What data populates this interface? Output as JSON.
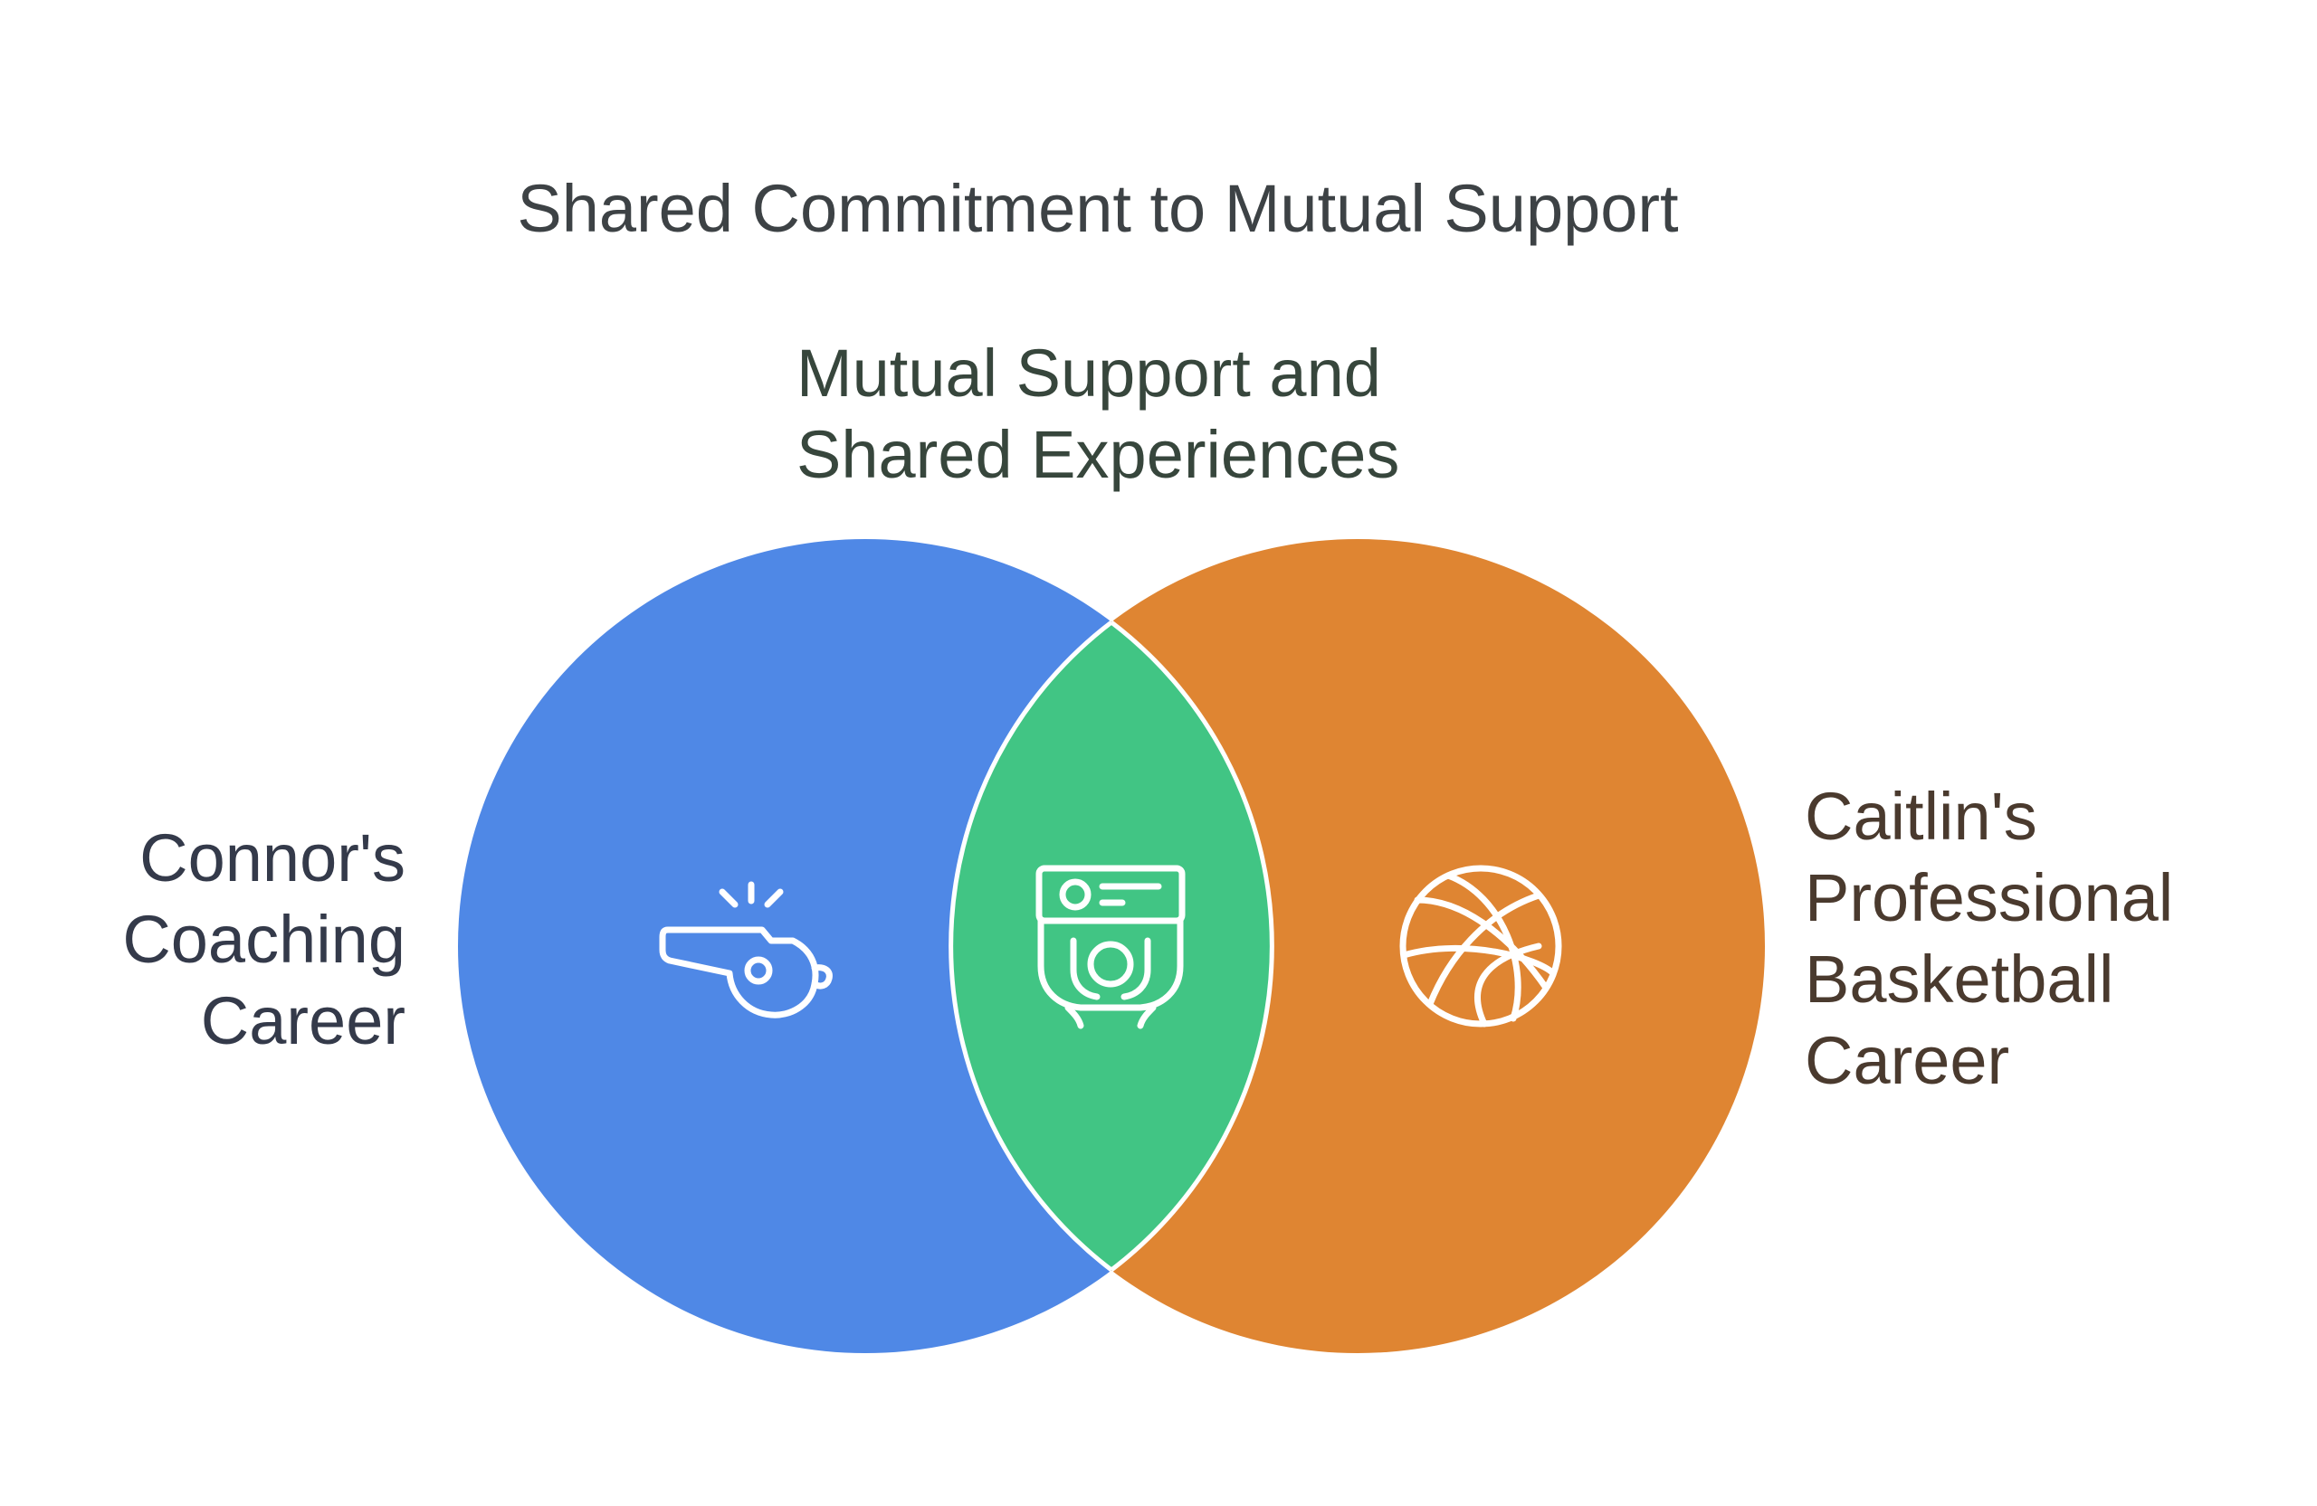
{
  "title": "Shared Commitment to Mutual Support",
  "overlap": {
    "lines": [
      "Mutual Support and",
      "Shared Experiences"
    ],
    "icon": "webcam-icon",
    "color": "#41c584"
  },
  "left_set": {
    "lines": [
      "Connor's",
      "Coaching",
      "Career"
    ],
    "icon": "whistle-icon",
    "color": "#4f88e6"
  },
  "right_set": {
    "lines": [
      "Caitlin's",
      "Professional",
      "Basketball",
      "Career"
    ],
    "icon": "basketball-icon",
    "color": "#df8532"
  }
}
